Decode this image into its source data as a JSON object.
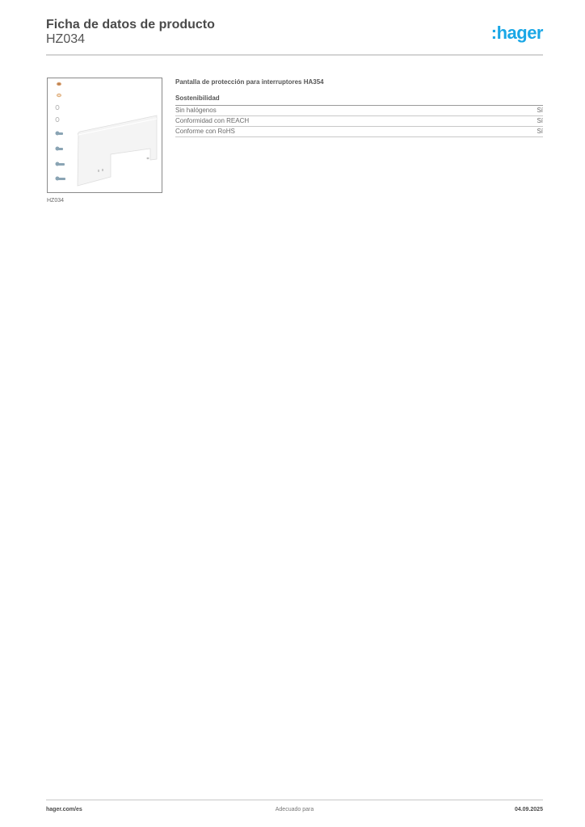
{
  "header": {
    "title": "Ficha de datos de producto",
    "product_code": "HZ034",
    "logo_text": ":hager",
    "logo_color": "#1aa7e6"
  },
  "product_image": {
    "caption": "HZ034",
    "icon": "protection-screen-with-screws-image"
  },
  "product": {
    "description": "Pantalla de protección para interruptores HA354"
  },
  "sections": [
    {
      "title": "Sostenibilidad",
      "rows": [
        {
          "label": "Sin halógenos",
          "value": "Sí"
        },
        {
          "label": "Conformidad con REACH",
          "value": "Sí"
        },
        {
          "label": "Conforme con RoHS",
          "value": "Sí"
        }
      ]
    }
  ],
  "footer": {
    "website": "hager.com/es",
    "center_text": "Adecuado para",
    "date": "04.09.2025"
  }
}
